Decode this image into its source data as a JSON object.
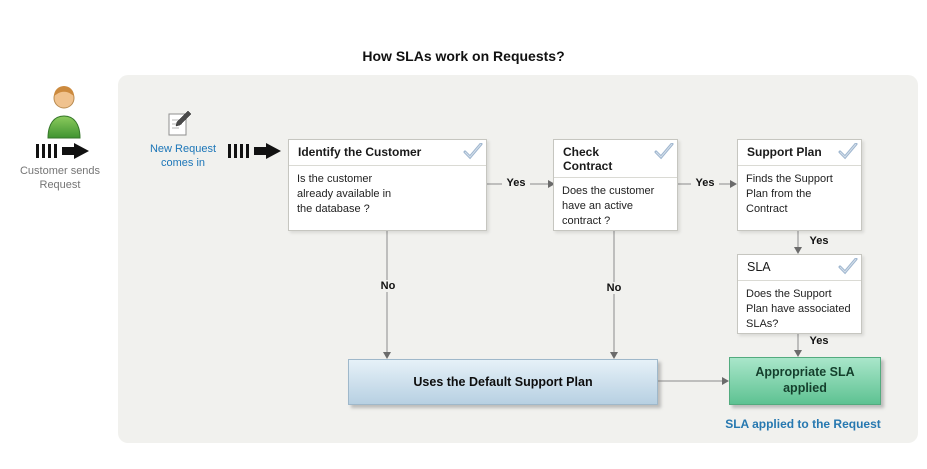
{
  "title": "How SLAs work on Requests?",
  "actor": {
    "caption": "Customer sends Request"
  },
  "intro": {
    "label": "New Request comes in"
  },
  "flow": {
    "identify": {
      "title": "Identify the Customer",
      "body": "Is the customer already available in the database ?"
    },
    "contract": {
      "title": "Check Contract",
      "body": "Does the customer have an active contract ?"
    },
    "support_plan": {
      "title": "Support Plan",
      "body": "Finds the Support Plan from the Contract"
    },
    "sla": {
      "title": "SLA",
      "body": "Does the Support Plan have associated SLAs?"
    }
  },
  "edges": {
    "yes": "Yes",
    "no": "No"
  },
  "outcomes": {
    "default_plan": "Uses the Default Support Plan",
    "sla_applied": "Appropriate SLA applied"
  },
  "footer": "SLA applied to the Request",
  "colors": {
    "panel_bg": "#f1f1ee",
    "accent_blue": "#2678b0",
    "green_box": "#5ec292",
    "green_text": "#143f2c",
    "blue_box": "#b7d0e2",
    "check_icon": "#9fb6cf",
    "caption_gray": "#757575"
  }
}
